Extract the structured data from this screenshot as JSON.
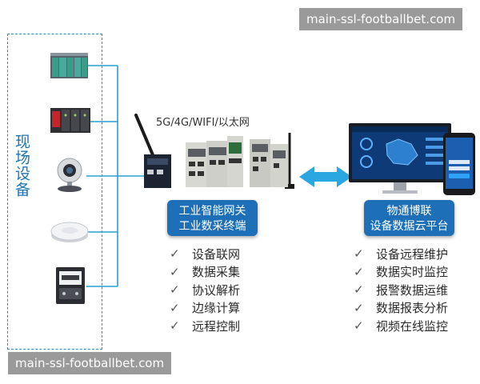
{
  "watermarks": {
    "top": "main-ssl-footballbet.com",
    "bottom": "main-ssl-footballbet.com"
  },
  "field": {
    "label": "现场设备"
  },
  "gateway": {
    "network_label": "5G/4G/WIFI/以太网",
    "box_title": [
      "工业智能网关",
      "工业数采终端"
    ],
    "features": [
      "设备联网",
      "数据采集",
      "协议解析",
      "边缘计算",
      "远程控制"
    ]
  },
  "cloud": {
    "box_title": [
      "物通博联",
      "设备数据云平台"
    ],
    "features": [
      "设备远程维护",
      "数据实时监控",
      "报警数据运维",
      "数据报表分析",
      "视频在线监控"
    ]
  },
  "icons": {
    "check": "✓"
  },
  "colors": {
    "accent_blue": "#1d70b8",
    "dashed_border": "#2a8fc8",
    "connector": "#2a9fd6",
    "arrow": "#2aa6e0"
  }
}
